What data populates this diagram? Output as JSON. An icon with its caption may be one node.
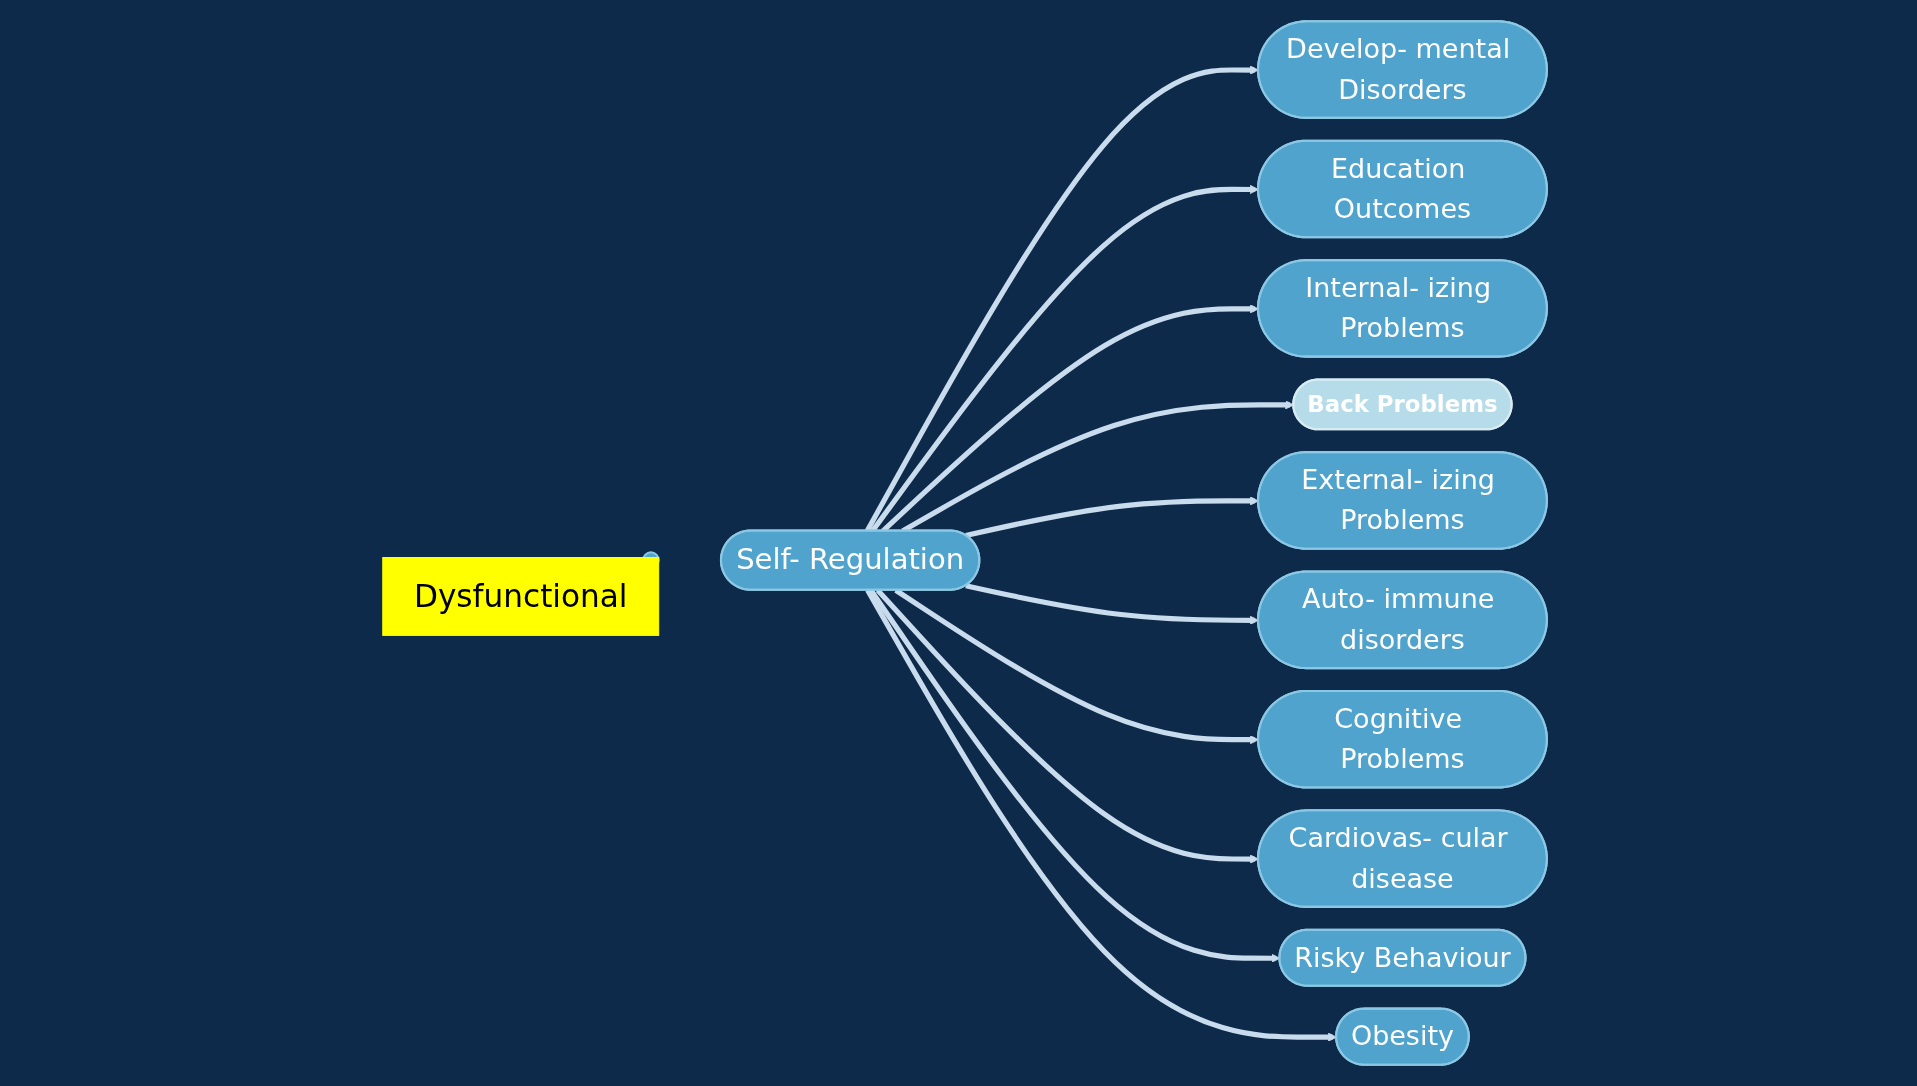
{
  "diagram": {
    "nodes": [
      {
        "text": [
          "Develop- mental Disorders"
        ]
      },
      {
        "text": [
          "Education Outcomes"
        ]
      },
      {
        "text": [
          "Internal- izing Problems"
        ]
      },
      {
        "text": [
          "Back Problems"
        ]
      },
      {
        "text": [],
        "shape": "circle"
      },
      {
        "text": [
          "External- izing Problems"
        ]
      },
      {
        "text": [
          "Dysfunctional"
        ]
      },
      {
        "text": [
          "Self- Regulation"
        ]
      },
      {
        "text": [
          "Auto- immune disorders"
        ]
      },
      {
        "text": [
          "Cognitive Problems"
        ]
      },
      {
        "text": [
          "Cardiovas- cular disease"
        ]
      },
      {
        "text": [
          "Risky Behaviour"
        ]
      },
      {
        "text": [
          "Obesity"
        ]
      }
    ],
    "edges": [
      {
        "from": 7,
        "to": 0,
        "arrow": "to"
      },
      {
        "from": 7,
        "to": 1,
        "arrow": "to"
      },
      {
        "from": 7,
        "to": 2,
        "arrow": "to"
      },
      {
        "from": 7,
        "to": 3,
        "arrow": "to"
      },
      {
        "from": 7,
        "to": 5,
        "arrow": "to"
      },
      {
        "from": 7,
        "to": 8,
        "arrow": "to"
      },
      {
        "from": 7,
        "to": 9,
        "arrow": "to"
      },
      {
        "from": 7,
        "to": 10,
        "arrow": "to"
      },
      {
        "from": 7,
        "to": 11,
        "arrow": "to"
      },
      {
        "from": 7,
        "to": 12,
        "arrow": "to"
      }
    ]
  }
}
